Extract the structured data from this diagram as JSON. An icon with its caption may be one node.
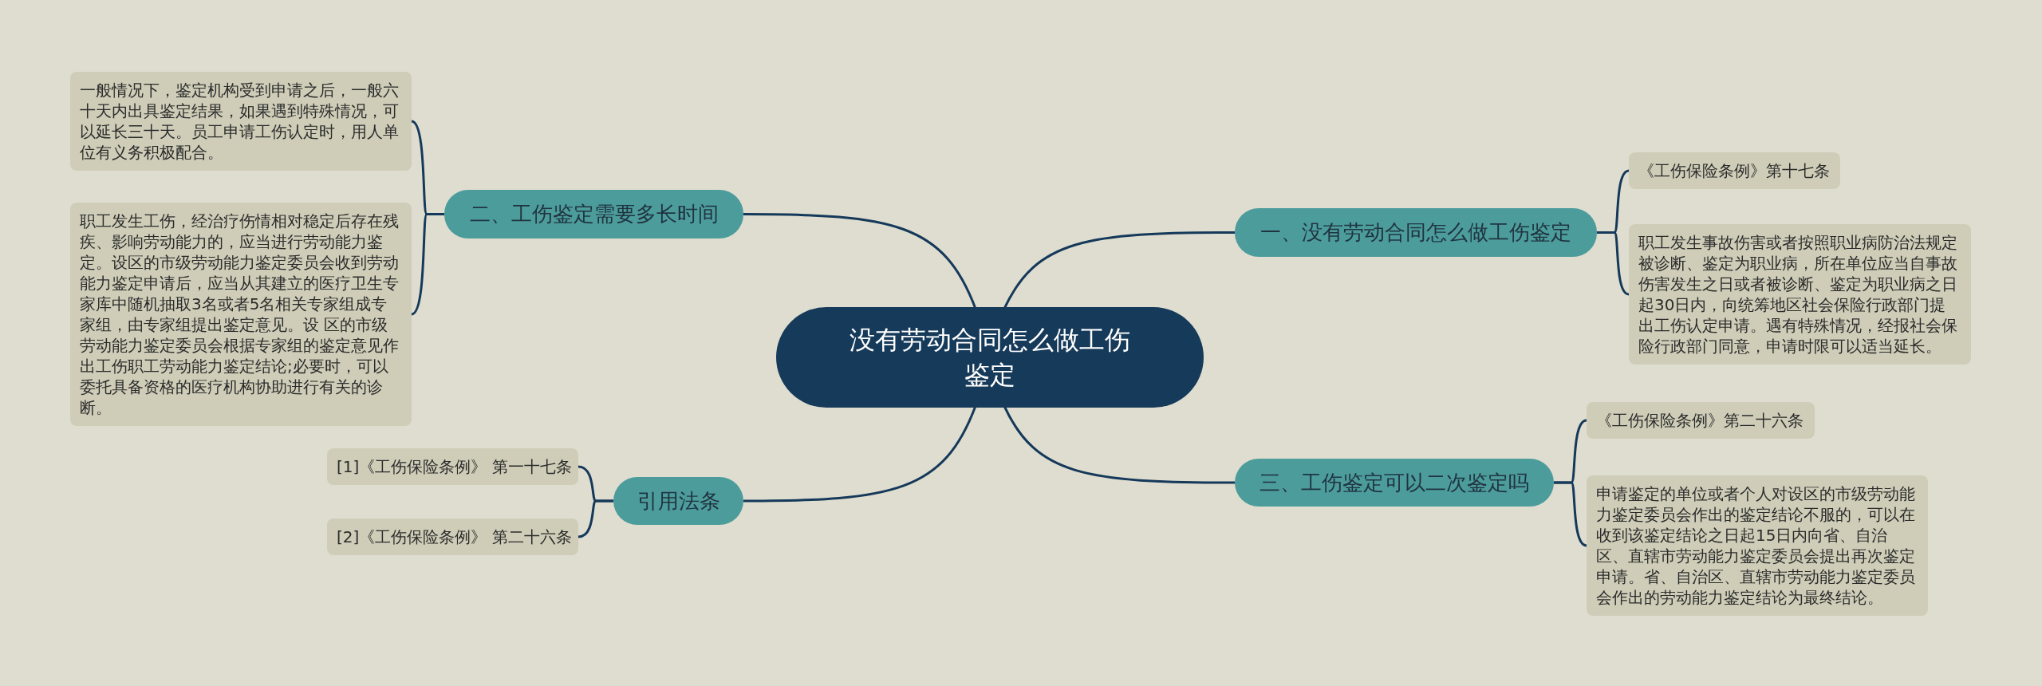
{
  "diagram": {
    "nodes": [
      {
        "text": [
          "没有劳动合同怎么做工伤鉴定"
        ]
      },
      {
        "text": [
          "一、没有劳动合同怎么做工伤鉴定"
        ]
      },
      {
        "text": [
          "《工伤保险条例》第十七条"
        ]
      },
      {
        "text": [
          "职工发生事故伤害或者按照职业病防治法规定被诊断、鉴定为职业病，所在单位应当自事故伤害发生之日或者被诊断、鉴定为职业病之日起30日内，向统筹地区社会保险行政部门提出工伤认定申请。遇有特殊情况，经报社会保险行政部门同意，申请时限可以适当延长。"
        ]
      },
      {
        "text": [
          "二、工伤鉴定需要多长时间"
        ]
      },
      {
        "text": [
          "一般情况下，鉴定机构受到申请之后，一般六十天内出具鉴定结果，如果遇到特殊情况，可以延长三十天。员工申请工伤认定时，用人单位有义务积极配合。"
        ]
      },
      {
        "text": [
          "职工发生工伤，经治疗伤情相对稳定后存在残疾、影响劳动能力的，应当进行劳动能力鉴定。设区的市级劳动能力鉴定委员会收到劳动能力鉴定申请后，应当从其建立的医疗卫生专家库中随机抽取3名或者5名相关专家组成专家组，由专家组提出鉴定意见。设 区的市级劳动能力鉴定委员会根据专家组的鉴定意见作出工伤职工劳动能力鉴定结论;必要时，可以委托具备资格的医疗机构协助进行有关的诊断。"
        ]
      },
      {
        "text": [
          "三、工伤鉴定可以二次鉴定吗"
        ]
      },
      {
        "text": [
          "《工伤保险条例》第二十六条"
        ]
      },
      {
        "text": [
          "申请鉴定的单位或者个人对设区的市级劳动能力鉴定委员会作出的鉴定结论不服的，可以在收到该鉴定结论之日起15日内向省、自治区、直辖市劳动能力鉴定委员会提出再次鉴定申请。省、自治区、直辖市劳动能力鉴定委员会作出的劳动能力鉴定结论为最终结论。"
        ]
      },
      {
        "text": [
          "引用法条"
        ]
      },
      {
        "text": [
          "[1]《工伤保险条例》 第一十七条"
        ]
      },
      {
        "text": [
          "[2]《工伤保险条例》 第二十六条"
        ]
      }
    ],
    "edges": [
      {
        "from": 0,
        "to": 1,
        "arrow": "none"
      },
      {
        "from": 1,
        "to": 2,
        "arrow": "none"
      },
      {
        "from": 1,
        "to": 3,
        "arrow": "none"
      },
      {
        "from": 0,
        "to": 4,
        "arrow": "none"
      },
      {
        "from": 4,
        "to": 5,
        "arrow": "none"
      },
      {
        "from": 4,
        "to": 6,
        "arrow": "none"
      },
      {
        "from": 0,
        "to": 7,
        "arrow": "none"
      },
      {
        "from": 7,
        "to": 8,
        "arrow": "none"
      },
      {
        "from": 7,
        "to": 9,
        "arrow": "none"
      },
      {
        "from": 0,
        "to": 10,
        "arrow": "none"
      },
      {
        "from": 10,
        "to": 11,
        "arrow": "none"
      },
      {
        "from": 10,
        "to": 12,
        "arrow": "none"
      }
    ]
  }
}
